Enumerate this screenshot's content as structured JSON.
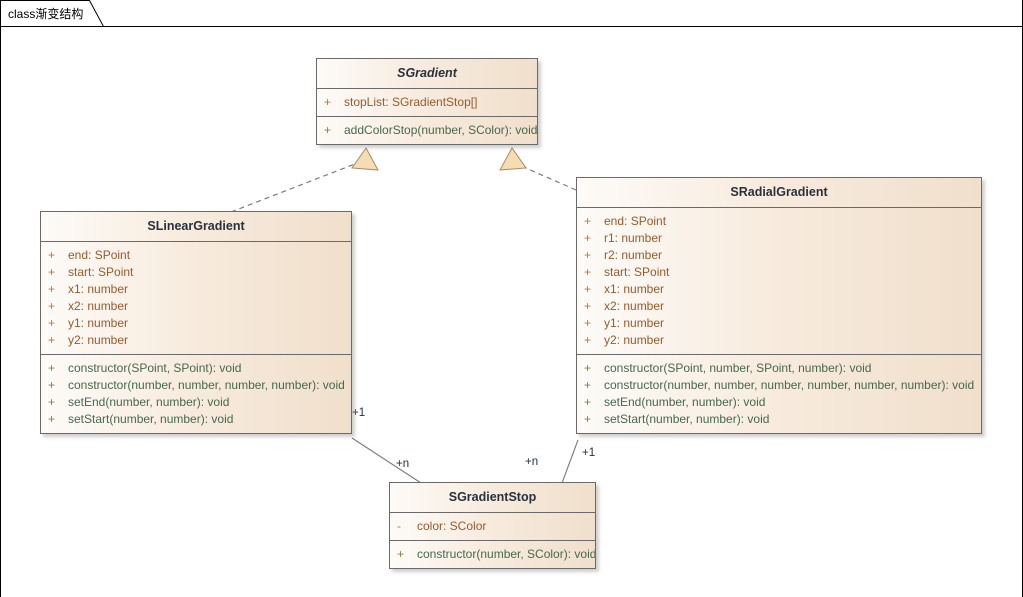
{
  "diagram": {
    "tab_label": "class渐变结构",
    "kind": "uml-class-diagram",
    "colors": {
      "box_border": "#6a6a6a",
      "fill_left": "#fdfbf8",
      "fill_right": "#f0dfcb",
      "title_text": "#28313d",
      "attribute_text": "#9c5a2a",
      "attribute_visibility": "#c8732b",
      "operation_text": "#47684f",
      "operation_visibility": "#6f8a3e",
      "connector": "#7b7b7b",
      "arrow_fill": "#f5dcb3",
      "frame_border": "#000000"
    }
  },
  "classes": {
    "sgradient": {
      "name": "SGradient",
      "abstract": true,
      "attributes": [
        {
          "visibility": "+",
          "text": "stopList: SGradientStop[]"
        }
      ],
      "operations": [
        {
          "visibility": "+",
          "text": "addColorStop(number, SColor): void"
        }
      ]
    },
    "slineargradient": {
      "name": "SLinearGradient",
      "abstract": false,
      "attributes": [
        {
          "visibility": "+",
          "text": "end: SPoint"
        },
        {
          "visibility": "+",
          "text": "start: SPoint"
        },
        {
          "visibility": "+",
          "text": "x1: number"
        },
        {
          "visibility": "+",
          "text": "x2: number"
        },
        {
          "visibility": "+",
          "text": "y1: number"
        },
        {
          "visibility": "+",
          "text": "y2: number"
        }
      ],
      "operations": [
        {
          "visibility": "+",
          "text": "constructor(SPoint, SPoint): void"
        },
        {
          "visibility": "+",
          "text": "constructor(number, number, number, number): void"
        },
        {
          "visibility": "+",
          "text": "setEnd(number, number): void"
        },
        {
          "visibility": "+",
          "text": "setStart(number, number): void"
        }
      ]
    },
    "sradialgradient": {
      "name": "SRadialGradient",
      "abstract": false,
      "attributes": [
        {
          "visibility": "+",
          "text": "end: SPoint"
        },
        {
          "visibility": "+",
          "text": "r1: number"
        },
        {
          "visibility": "+",
          "text": "r2: number"
        },
        {
          "visibility": "+",
          "text": "start: SPoint"
        },
        {
          "visibility": "+",
          "text": "x1: number"
        },
        {
          "visibility": "+",
          "text": "x2: number"
        },
        {
          "visibility": "+",
          "text": "y1: number"
        },
        {
          "visibility": "+",
          "text": "y2: number"
        }
      ],
      "operations": [
        {
          "visibility": "+",
          "text": "constructor(SPoint, number, SPoint, number): void"
        },
        {
          "visibility": "+",
          "text": "constructor(number, number, number, number, number, number): void"
        },
        {
          "visibility": "+",
          "text": "setEnd(number, number): void"
        },
        {
          "visibility": "+",
          "text": "setStart(number, number): void"
        }
      ]
    },
    "sgradientstop": {
      "name": "SGradientStop",
      "abstract": false,
      "attributes": [
        {
          "visibility": "-",
          "text": "color: SColor"
        }
      ],
      "operations": [
        {
          "visibility": "+",
          "text": "constructor(number, SColor): void"
        }
      ]
    }
  },
  "relations": {
    "inheritance": [
      {
        "from": "SLinearGradient",
        "to": "SGradient",
        "style": "dashed-hollow-triangle"
      },
      {
        "from": "SRadialGradient",
        "to": "SGradient",
        "style": "dashed-hollow-triangle"
      }
    ],
    "associations": [
      {
        "from": "SLinearGradient",
        "to": "SGradientStop",
        "source_multiplicity": "+1",
        "target_multiplicity": "+n"
      },
      {
        "from": "SRadialGradient",
        "to": "SGradientStop",
        "source_multiplicity": "+1",
        "target_multiplicity": "+n"
      }
    ]
  },
  "edge_labels": {
    "linear_one": "+1",
    "linear_many": "+n",
    "radial_many": "+n",
    "radial_one": "+1"
  }
}
